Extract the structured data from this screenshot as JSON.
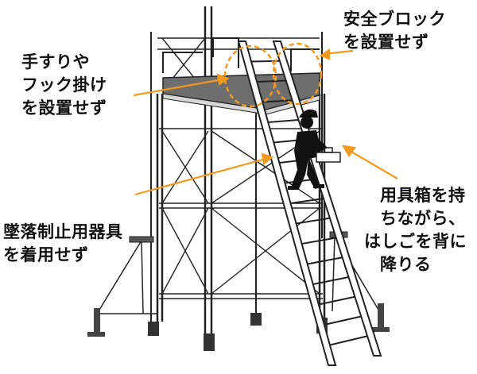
{
  "labels": {
    "safety_block": [
      "安全ブロック",
      "を設置せず"
    ],
    "handrail_hook": [
      "手すりや",
      "フック掛け",
      "を設置せず"
    ],
    "toolbox": [
      "用具箱を持",
      "ちながら、",
      "はしごを背に",
      "降りる"
    ],
    "fall_arrest": [
      "墜落制止用器具",
      "を着用せず"
    ]
  },
  "colors": {
    "accent": "#F39A1E",
    "line": "#222222",
    "platform": "#6E6E6E"
  },
  "icons": [
    "worker-figure-icon",
    "toolbox-icon"
  ]
}
